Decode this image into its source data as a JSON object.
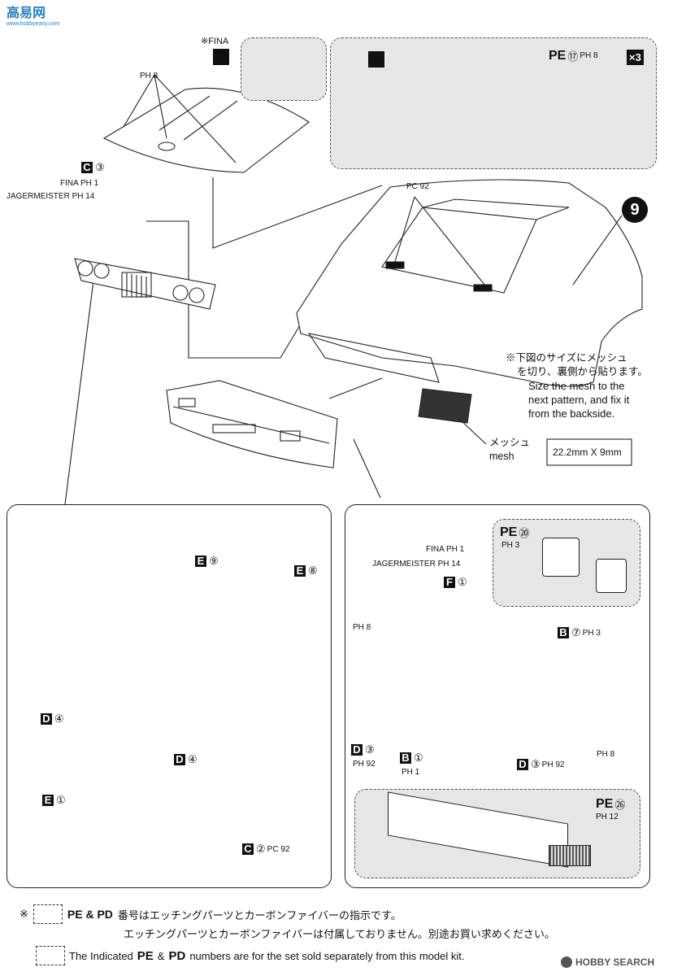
{
  "watermark": {
    "brand": "高易网",
    "url": "www.hobbyeasy.com"
  },
  "step": "9",
  "top": {
    "fina_note": "※FINA",
    "ph8": "PH 8",
    "c3": {
      "letter": "C",
      "num": "③"
    },
    "fina_ph1": "FINA PH 1",
    "jager_ph14": "JAGERMEISTER PH 14",
    "pe17": {
      "pe": "PE",
      "num": "⑰",
      "ph": "PH 8",
      "qty": "×3"
    }
  },
  "pc92": "PC 92",
  "mesh_note": {
    "jp1": "※下図のサイズにメッシュ",
    "jp2": "を切り、裏側から貼ります。",
    "en1": "Size the mesh to the",
    "en2": "next pattern, and fix it",
    "en3": "from the backside.",
    "mesh_jp": "メッシュ",
    "mesh_en": "mesh",
    "size": "22.2mm X 9mm"
  },
  "left_panel": {
    "e9": {
      "letter": "E",
      "num": "⑨"
    },
    "e8": {
      "letter": "E",
      "num": "⑧"
    },
    "d4a": {
      "letter": "D",
      "num": "④"
    },
    "d4b": {
      "letter": "D",
      "num": "④"
    },
    "e1": {
      "letter": "E",
      "num": "①"
    },
    "c2": {
      "letter": "C",
      "num": "②",
      "pc": "PC 92"
    }
  },
  "right_panel": {
    "fina_ph1": "FINA PH 1",
    "jager_ph14": "JAGERMEISTER PH 14",
    "f1": {
      "letter": "F",
      "num": "①"
    },
    "ph8a": "PH 8",
    "ph8b": "PH 8",
    "b7": {
      "letter": "B",
      "num": "⑦",
      "ph": "PH 3"
    },
    "d3a": {
      "letter": "D",
      "num": "③",
      "ph": "PH 92"
    },
    "b1": {
      "letter": "B",
      "num": "①",
      "ph": "PH 1"
    },
    "d3b": {
      "letter": "D",
      "num": "③",
      "ph": "PH 92"
    },
    "pe20": {
      "pe": "PE",
      "num": "⑳",
      "ph": "PH 3"
    },
    "pe26": {
      "pe": "PE",
      "num": "㉖",
      "ph": "PH 12"
    }
  },
  "footer": {
    "mark": "※",
    "jp_line1_label": "PE & PD",
    "jp_line1": "番号はエッチングパーツとカーボンファイバーの指示です。",
    "jp_line2": "エッチングパーツとカーボンファイバーは付属しておりません。別途お買い求めください。",
    "en_prefix": "The Indicated",
    "en_pe": "PE",
    "en_amp": "&",
    "en_pd": "PD",
    "en_suffix": "numbers are for the set sold separately from this model kit.",
    "credit": "HOBBY SEARCH"
  }
}
